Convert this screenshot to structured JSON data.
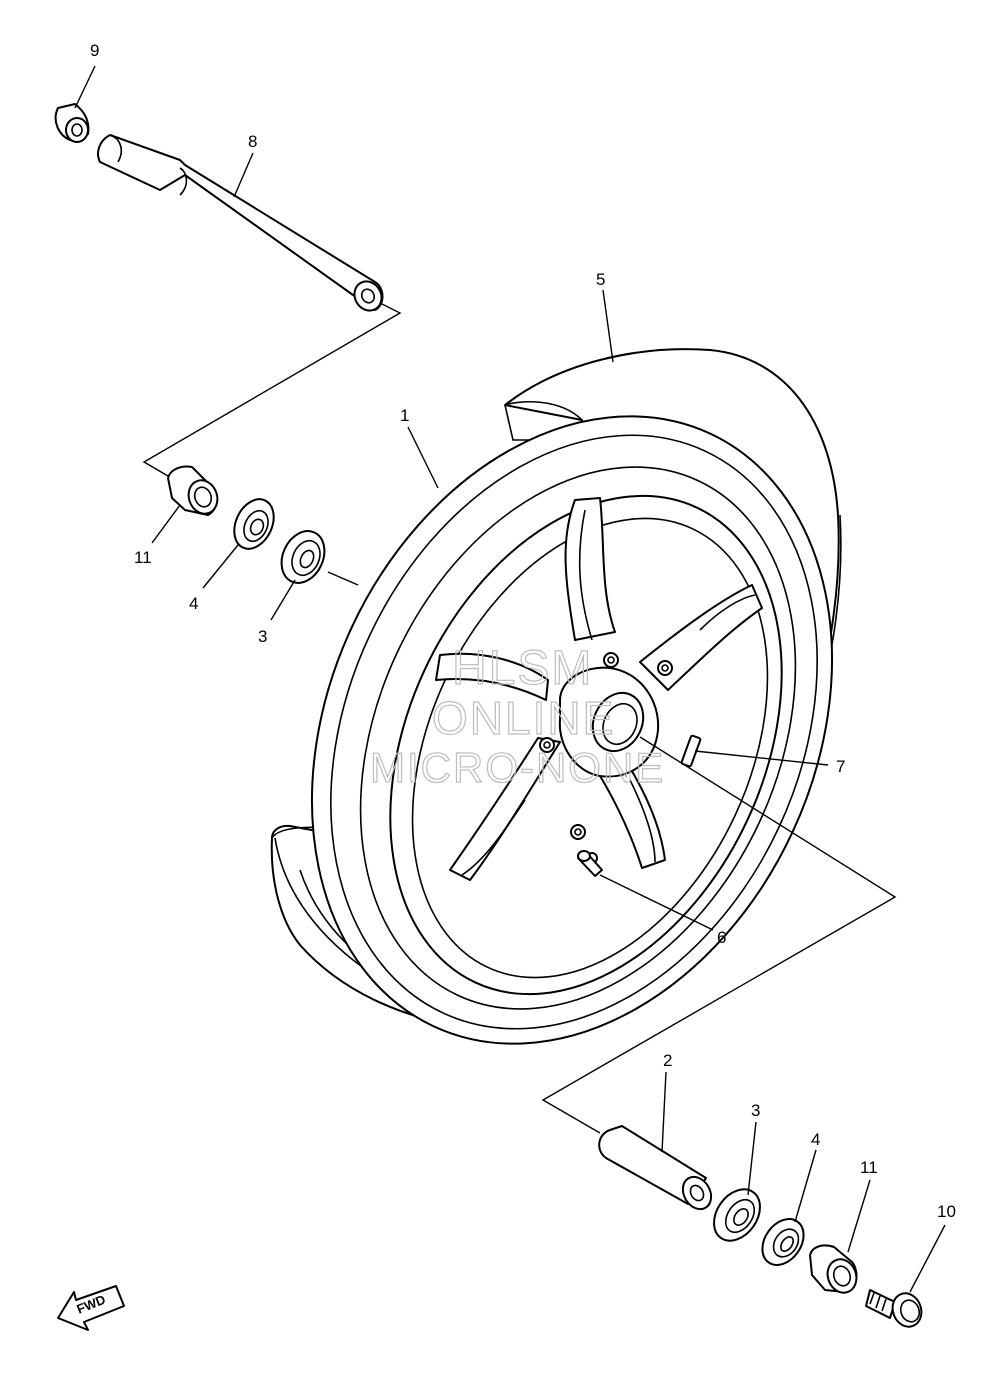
{
  "watermark": {
    "line1": "HLSM",
    "line2": "ONLINE",
    "line3": "MICRO-NONE"
  },
  "direction_badge": {
    "label": "FWD"
  },
  "callouts": [
    {
      "id": "c9",
      "text": "9",
      "part": "axle-nut-cap"
    },
    {
      "id": "c8",
      "text": "8",
      "part": "wheel-axle"
    },
    {
      "id": "c5",
      "text": "5",
      "part": "tire"
    },
    {
      "id": "c1",
      "text": "1",
      "part": "cast-wheel"
    },
    {
      "id": "c11a",
      "text": "11",
      "part": "collar-left"
    },
    {
      "id": "c4a",
      "text": "4",
      "part": "oil-seal-left"
    },
    {
      "id": "c3a",
      "text": "3",
      "part": "bearing-left"
    },
    {
      "id": "c7",
      "text": "7",
      "part": "balance-weight"
    },
    {
      "id": "c6",
      "text": "6",
      "part": "valve"
    },
    {
      "id": "c2",
      "text": "2",
      "part": "spacer"
    },
    {
      "id": "c3b",
      "text": "3",
      "part": "bearing-right"
    },
    {
      "id": "c4b",
      "text": "4",
      "part": "oil-seal-right"
    },
    {
      "id": "c11b",
      "text": "11",
      "part": "collar-right"
    },
    {
      "id": "c10",
      "text": "10",
      "part": "bolt"
    }
  ]
}
